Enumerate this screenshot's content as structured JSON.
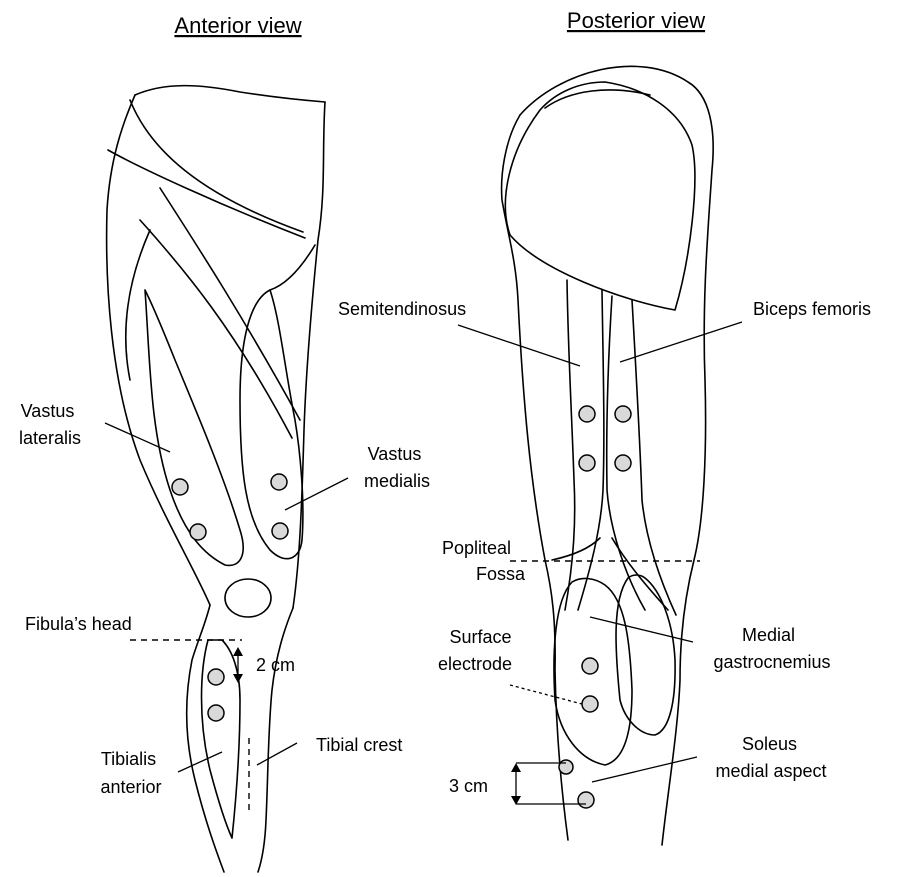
{
  "views": {
    "anterior": {
      "title": "Anterior view"
    },
    "posterior": {
      "title": "Posterior view"
    }
  },
  "labels": {
    "vastus_lateralis": [
      "Vastus",
      "lateralis"
    ],
    "vastus_medialis": [
      "Vastus",
      "medialis"
    ],
    "fibula_head": "Fibula’s head",
    "two_cm": "2 cm",
    "tibialis_anterior": [
      "Tibialis",
      "anterior"
    ],
    "tibial_crest": "Tibial crest",
    "semitendinosus": "Semitendinosus",
    "biceps_femoris": "Biceps femoris",
    "popliteal_fossa": [
      "Popliteal",
      "Fossa"
    ],
    "surface_electrode": [
      "Surface",
      "electrode"
    ],
    "medial_gastrocnemius": [
      "Medial",
      "gastrocnemius"
    ],
    "soleus_medial_aspect": [
      "Soleus",
      "medial aspect"
    ],
    "three_cm": "3 cm"
  },
  "colors": {
    "electrode_fill": "#d9d9d9",
    "line": "#000000"
  }
}
